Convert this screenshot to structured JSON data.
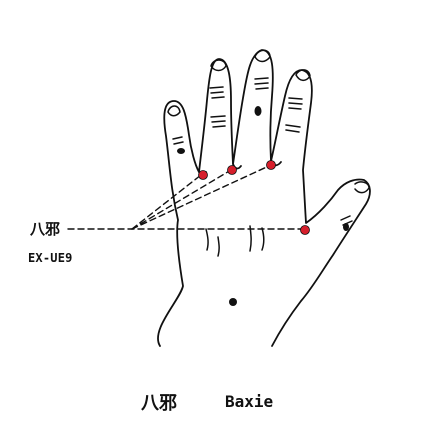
{
  "labels": {
    "pointer_name": "八邪",
    "pointer_code": "EX-UE9"
  },
  "caption": {
    "chinese": "八邪",
    "pinyin": "Baxie"
  },
  "colors": {
    "ink": "#111111",
    "acupoint": "#d61f2c",
    "background": "#ffffff"
  },
  "acupoint_count": 4
}
